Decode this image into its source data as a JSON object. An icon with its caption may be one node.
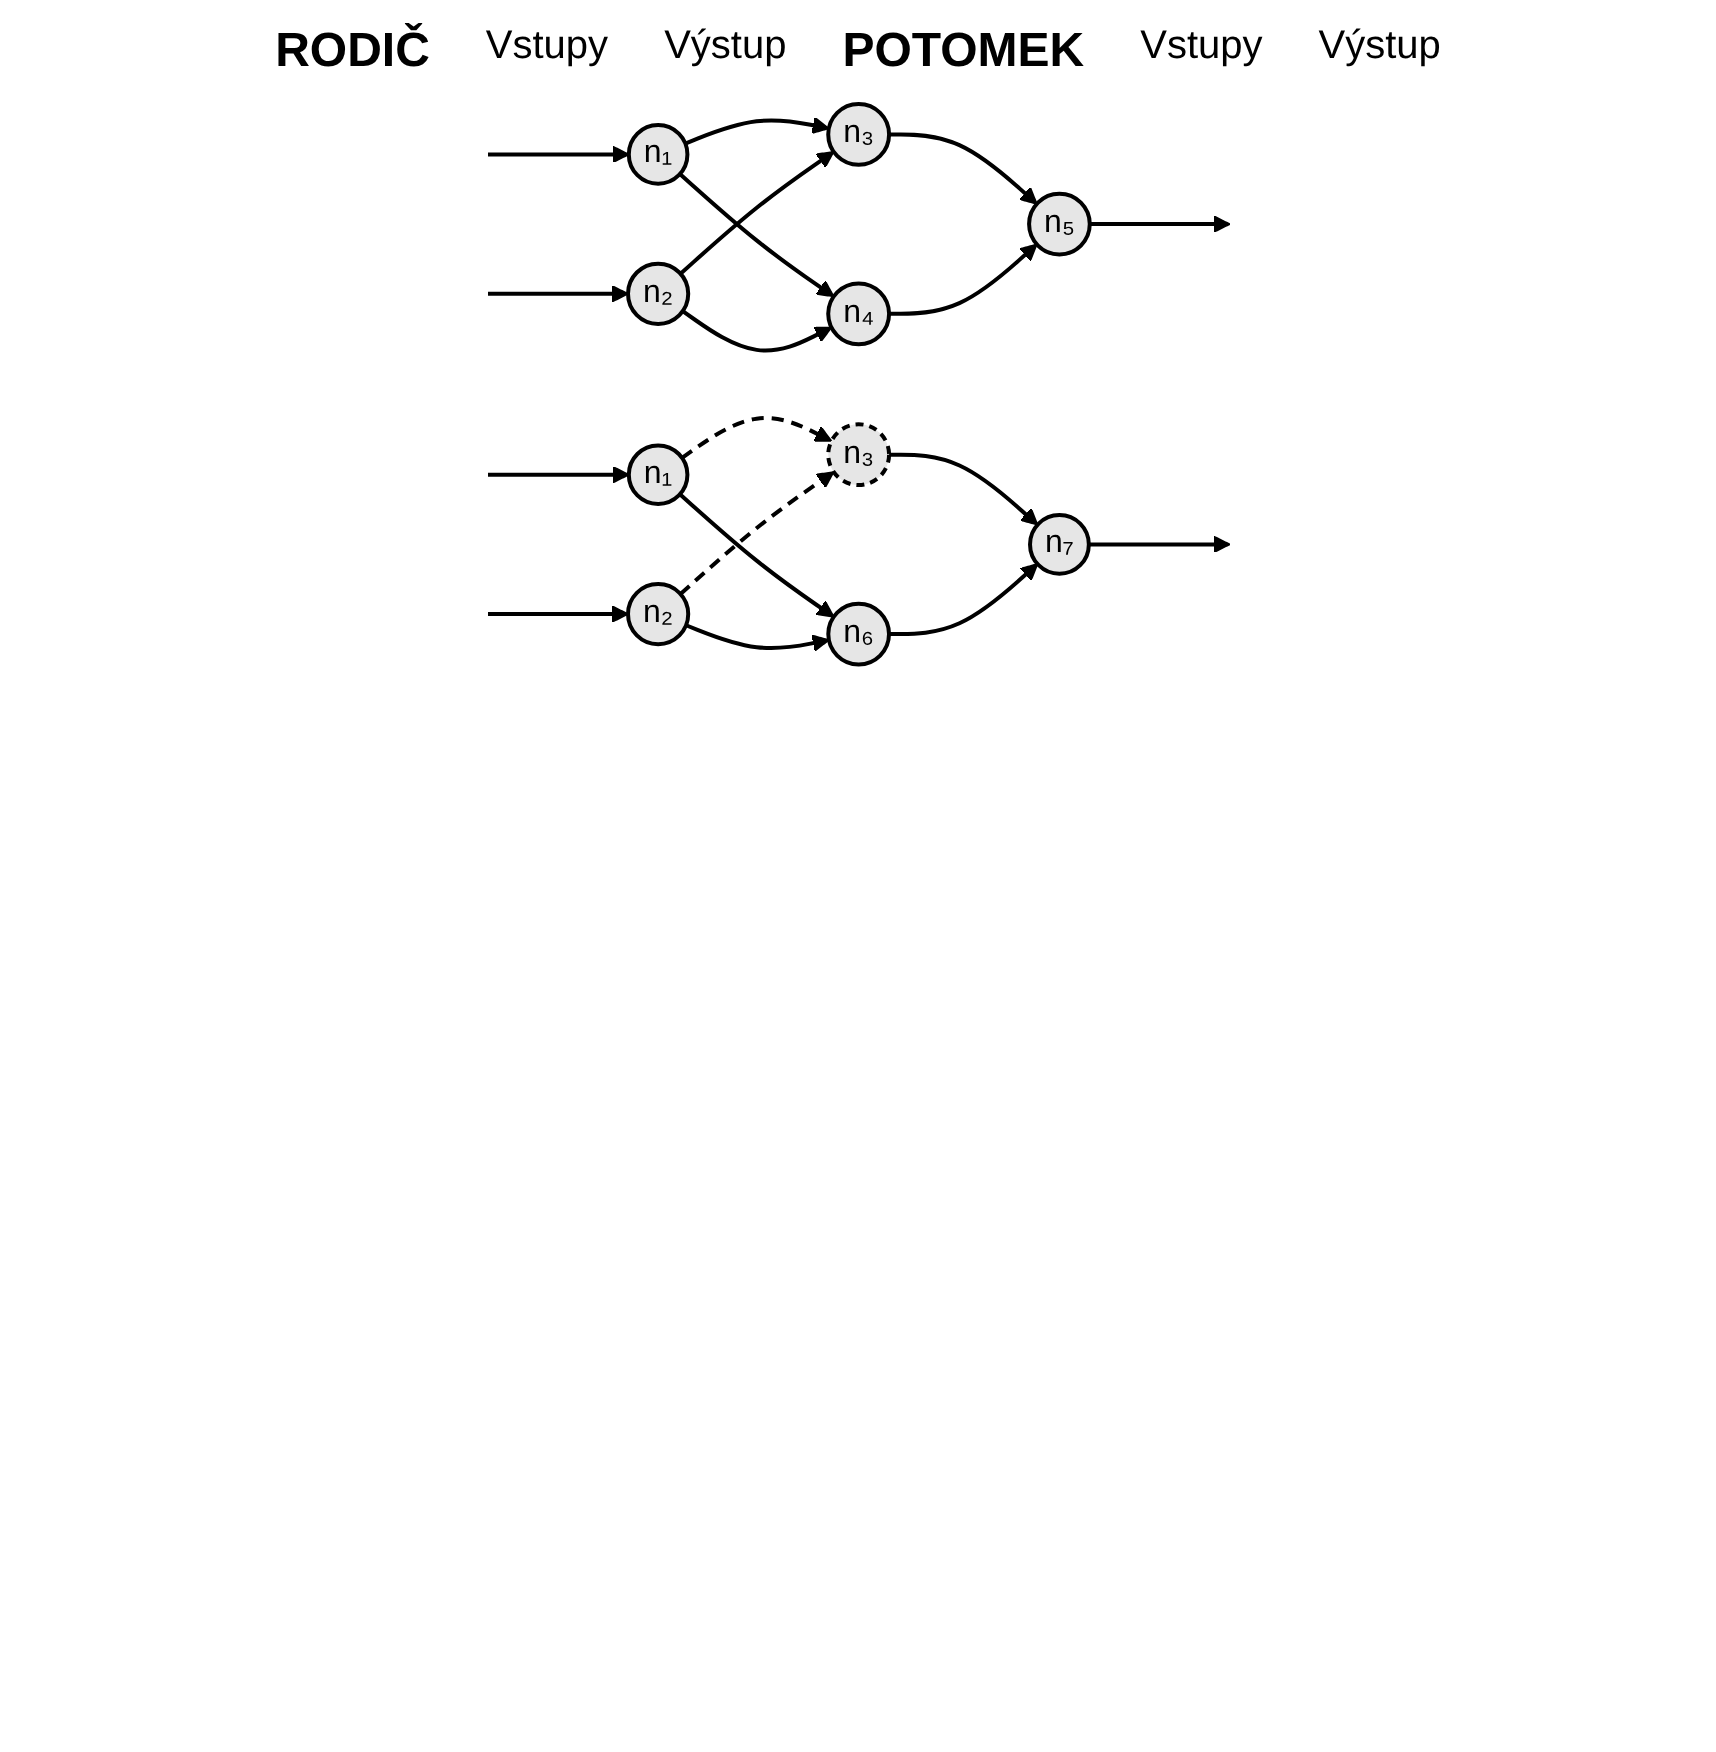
{
  "diagram": {
    "nodes": [
      {
        "text": [
          "n₁"
        ]
      },
      {
        "text": [
          "n₂"
        ]
      },
      {
        "text": [
          "n₃"
        ]
      },
      {
        "text": [
          "n₄"
        ]
      },
      {
        "text": [
          "n₅"
        ]
      },
      {
        "text": [
          "n₁"
        ]
      },
      {
        "text": [
          "n₂"
        ]
      },
      {
        "text": [
          "n₃"
        ]
      },
      {
        "text": [
          "n₆"
        ]
      },
      {
        "text": [
          "n₇"
        ]
      }
    ],
    "edges": [
      {
        "from": null,
        "to": 0,
        "arrow": "to"
      },
      {
        "from": null,
        "to": 1,
        "arrow": "to"
      },
      {
        "from": 0,
        "to": 2,
        "arrow": "to"
      },
      {
        "from": 0,
        "to": 3,
        "arrow": "to"
      },
      {
        "from": 1,
        "to": 2,
        "arrow": "to"
      },
      {
        "from": 1,
        "to": 3,
        "arrow": "to"
      },
      {
        "from": 2,
        "to": 4,
        "arrow": "to"
      },
      {
        "from": 3,
        "to": 4,
        "arrow": "to"
      },
      {
        "from": 4,
        "to": null,
        "arrow": "to"
      },
      {
        "from": null,
        "to": 5,
        "arrow": "to"
      },
      {
        "from": null,
        "to": 6,
        "arrow": "to"
      },
      {
        "from": 5,
        "to": 7,
        "arrow": "to",
        "style": "dashed"
      },
      {
        "from": 5,
        "to": 8,
        "arrow": "to"
      },
      {
        "from": 6,
        "to": 7,
        "arrow": "to",
        "style": "dashed"
      },
      {
        "from": 6,
        "to": 8,
        "arrow": "to"
      },
      {
        "from": 7,
        "to": 9,
        "arrow": "to"
      },
      {
        "from": 8,
        "to": 9,
        "arrow": "to"
      },
      {
        "from": 9,
        "to": null,
        "arrow": "to"
      }
    ],
    "labels": [
      "RODIČ",
      "Vstupy",
      "Výstup",
      "POTOMEK",
      "Vstupy",
      "Výstup"
    ]
  }
}
